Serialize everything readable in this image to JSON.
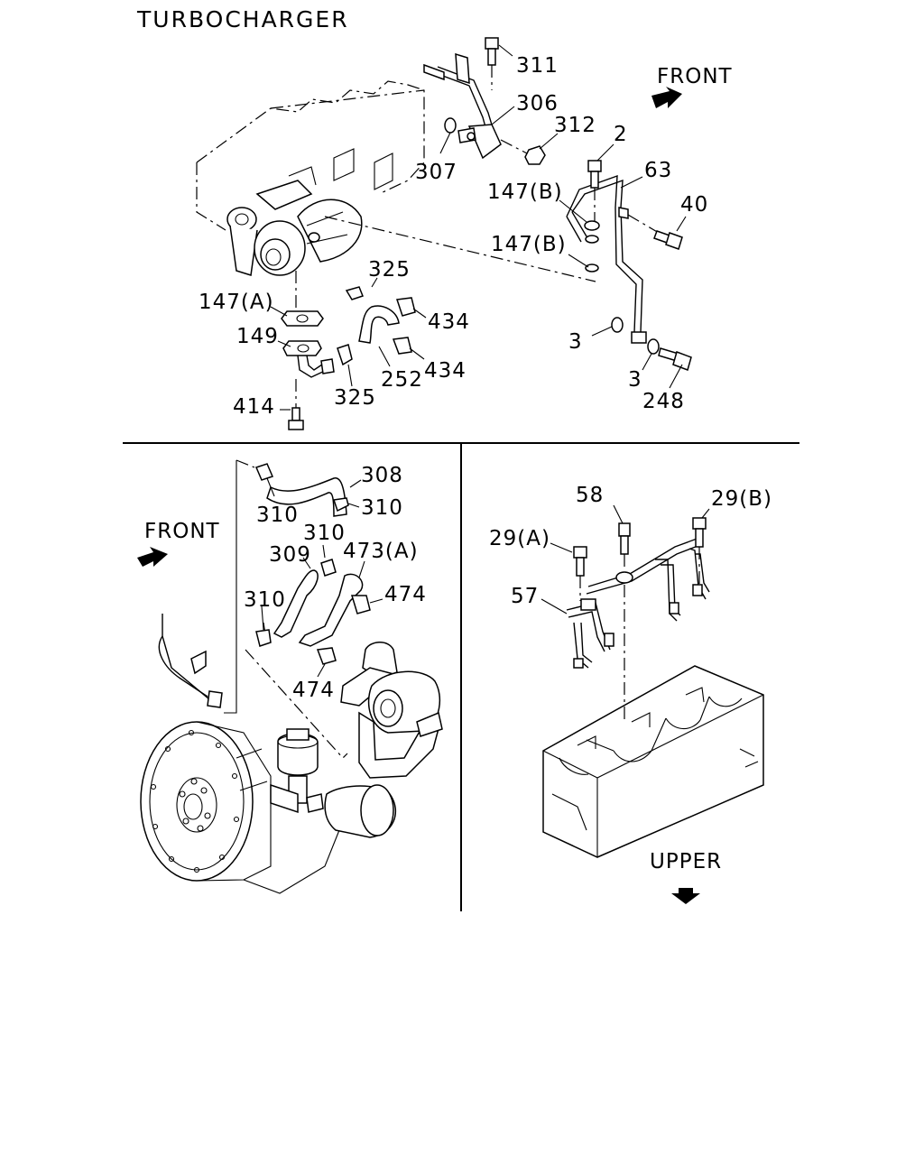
{
  "title": "TURBOCHARGER",
  "sections": {
    "top": {
      "front_label": "FRONT",
      "callouts": {
        "c311": "311",
        "c306": "306",
        "c312": "312",
        "c307": "307",
        "c2": "2",
        "c63": "63",
        "c147b_1": "147(B)",
        "c40": "40",
        "c147b_2": "147(B)",
        "c325_1": "325",
        "c147a": "147(A)",
        "c434_1": "434",
        "c149": "149",
        "c3_1": "3",
        "c434_2": "434",
        "c252": "252",
        "c325_2": "325",
        "c3_2": "3",
        "c414": "414",
        "c248": "248"
      }
    },
    "bottom_left": {
      "front_label": "FRONT",
      "callouts": {
        "c308": "308",
        "c310_1": "310",
        "c310_2": "310",
        "c310_3": "310",
        "c309": "309",
        "c473a": "473(A)",
        "c474_1": "474",
        "c310_4": "310",
        "c474_2": "474"
      }
    },
    "bottom_right": {
      "upper_label": "UPPER",
      "callouts": {
        "c58": "58",
        "c29b": "29(B)",
        "c29a": "29(A)",
        "c57": "57"
      }
    }
  }
}
